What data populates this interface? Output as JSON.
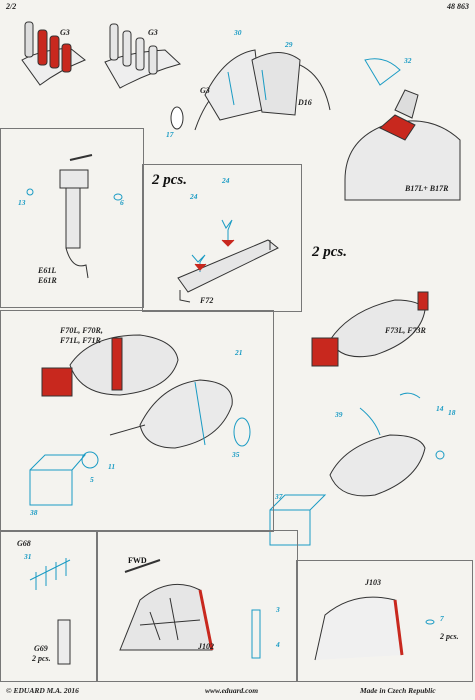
{
  "header": {
    "page": "2/2",
    "code": "48 863"
  },
  "footer": {
    "copyright": "© EDUARD  M.A. 2016",
    "website": "www.eduard.com",
    "origin": "Made in Czech Republic"
  },
  "counts": {
    "two_pcs_a": "2 pcs.",
    "two_pcs_b": "2 pcs.",
    "two_pcs_c": "2 pcs.",
    "two_pcs_d": "2 pcs."
  },
  "labels": {
    "g3_a": "G3",
    "g3_b": "G3",
    "g3_c": "G3",
    "d16": "D16",
    "b17": "B17L+ B17R",
    "e61l": "E61L",
    "e61r": "E61R",
    "f72": "F72",
    "f70": "F70L, F70R,",
    "f71": "F71L, F71R",
    "f73": "F73L, F73R",
    "g68": "G68",
    "g69": "G69",
    "fwd": "FWD",
    "j102": "J102",
    "j103": "J103"
  },
  "parts": {
    "p30": "30",
    "p29": "29",
    "p32": "32",
    "p17": "17",
    "p13": "13",
    "p6": "6",
    "p24a": "24",
    "p24b": "24",
    "p21": "21",
    "p11": "11",
    "p5": "5",
    "p35": "35",
    "p38": "38",
    "p39": "39",
    "p14": "14",
    "p18": "18",
    "p37": "37",
    "p31": "31",
    "p3": "3",
    "p4": "4",
    "p7": "7"
  }
}
